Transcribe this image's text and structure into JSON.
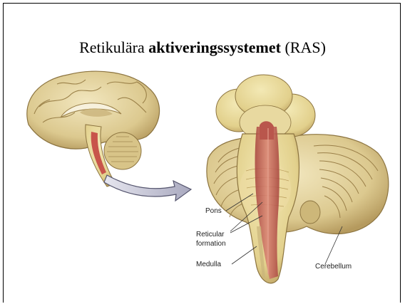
{
  "title": {
    "prefix": "Retikulära ",
    "bold": "aktiveringssystemet",
    "suffix": " (RAS)"
  },
  "labels": {
    "pons": "Pons",
    "reticular_line1": "Reticular",
    "reticular_line2": "formation",
    "medulla": "Medulla",
    "cerebellum": "Cerebellum"
  },
  "colors": {
    "tissue": "#e6d79a",
    "tissue_dark": "#b59a5e",
    "reticular": "#c96a5e",
    "arrow": "#c9c9d9"
  }
}
